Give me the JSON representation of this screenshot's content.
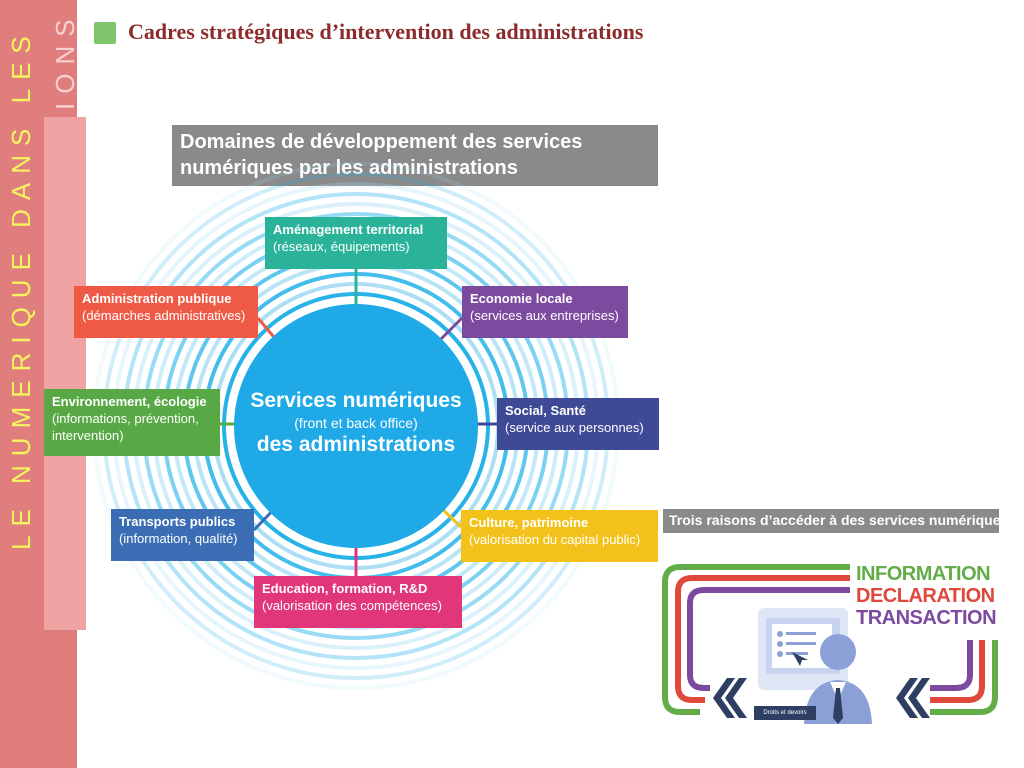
{
  "slide": {
    "title": "Cadres stratégiques d’intervention des administrations",
    "side_text": "LE NUMERIQUE DANS LES",
    "side_text_2": "IONS"
  },
  "diagram": {
    "header": "Domaines de développement des services numériques par les administrations",
    "center": {
      "line1": "Services numériques",
      "line2": "(front et back office)",
      "line3": "des administrations"
    },
    "domains": [
      {
        "key": "amenagement",
        "title": "Aménagement territorial",
        "subtitle": "(réseaux, équipements)",
        "color": "#2bb39a"
      },
      {
        "key": "economie",
        "title": "Economie locale",
        "subtitle": "(services aux entreprises)",
        "color": "#7c4a9e"
      },
      {
        "key": "social",
        "title": "Social, Santé",
        "subtitle": "(service aux personnes)",
        "color": "#3f4a97"
      },
      {
        "key": "culture",
        "title": "Culture, patrimoine",
        "subtitle": "(valorisation du capital public)",
        "color": "#f3c21a"
      },
      {
        "key": "education",
        "title": "Education, formation, R&D",
        "subtitle": "(valorisation des compétences)",
        "color": "#e2367a"
      },
      {
        "key": "transports",
        "title": "Transports publics",
        "subtitle": "(information, qualité)",
        "color": "#3b6db5"
      },
      {
        "key": "environnement",
        "title": "Environnement, écologie",
        "subtitle": "(informations, prévention, intervention)",
        "color": "#58a845"
      },
      {
        "key": "administration",
        "title": "Administration publique",
        "subtitle": "(démarches administratives)",
        "color": "#ef5a47"
      }
    ],
    "colors": {
      "ring_light": "#a7ddf3",
      "ring_dark": "#27b3e8",
      "center": "#1fa9e6"
    }
  },
  "reasons": {
    "header": "Trois raisons d’accéder à des services numériques",
    "words": [
      {
        "text": "INFORMATION",
        "color": "#62ad47"
      },
      {
        "text": "DECLARATION",
        "color": "#e0483b"
      },
      {
        "text": "TRANSACTION",
        "color": "#7c4a9e"
      }
    ],
    "badge": "Droits et devoirs"
  }
}
